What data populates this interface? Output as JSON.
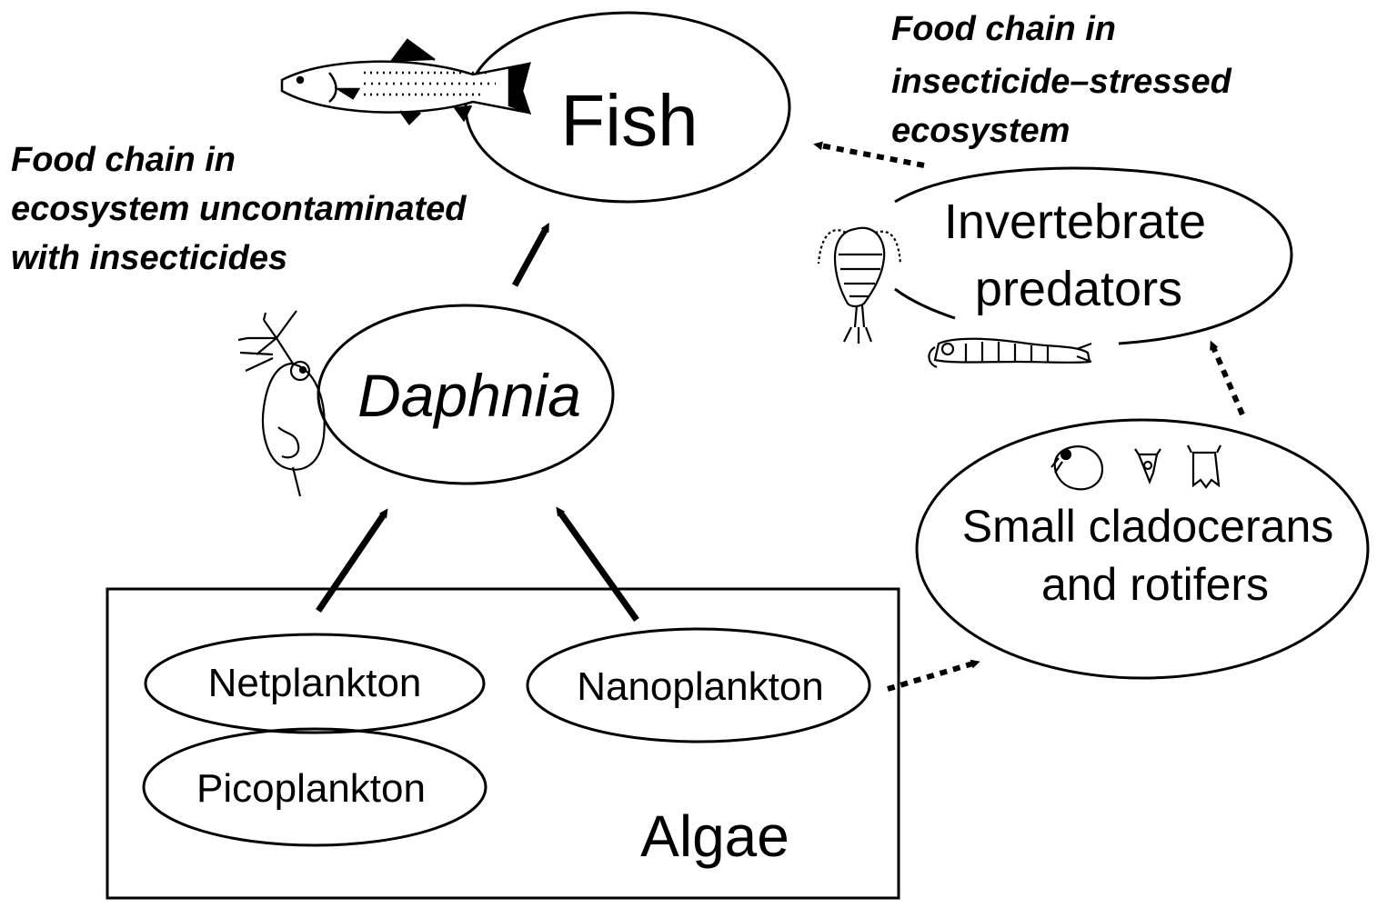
{
  "colors": {
    "ink": "#000000",
    "background": "#ffffff"
  },
  "captions": {
    "uncontaminated": [
      "Food chain in",
      "ecosystem uncontaminated",
      "with insecticides"
    ],
    "stressed": [
      "Food chain in",
      "insecticide–stressed",
      "ecosystem"
    ]
  },
  "nodes": {
    "fish": "Fish",
    "daphnia": "Daphnia",
    "invertebrate_predators": [
      "Invertebrate",
      "predators"
    ],
    "small_cladocerans": [
      "Small cladocerans",
      "and rotifers"
    ],
    "netplankton": "Netplankton",
    "nanoplankton": "Nanoplankton",
    "picoplankton": "Picoplankton",
    "algae": "Algae"
  },
  "icons": [
    "fish-icon",
    "daphnia-icon",
    "copepod-icon",
    "larva-icon",
    "cladoceran-icon",
    "rotifer-icon",
    "rotifer-lorica-icon"
  ],
  "edges": [
    {
      "from": "Daphnia",
      "to": "Fish",
      "style": "solid"
    },
    {
      "from": "Netplankton",
      "to": "Daphnia",
      "style": "solid"
    },
    {
      "from": "Nanoplankton",
      "to": "Daphnia",
      "style": "solid"
    },
    {
      "from": "Nanoplankton",
      "to": "Small cladocerans and rotifers",
      "style": "dashed"
    },
    {
      "from": "Small cladocerans and rotifers",
      "to": "Invertebrate predators",
      "style": "dashed"
    },
    {
      "from": "Invertebrate predators",
      "to": "Fish",
      "style": "dashed"
    }
  ]
}
